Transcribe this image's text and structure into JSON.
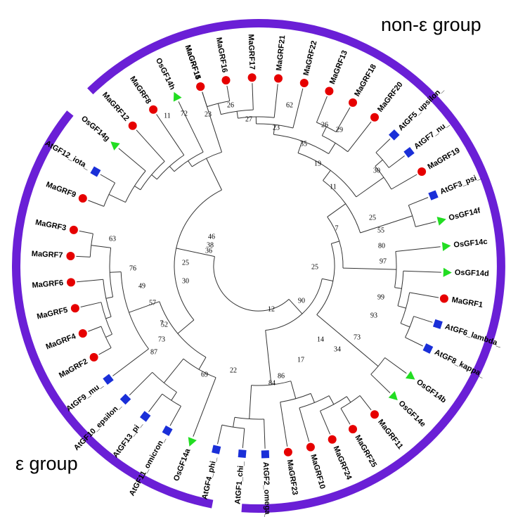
{
  "colors": {
    "ring": "#6a1fd6",
    "MaGRF": "#e60000",
    "AtGF": "#1a2fd8",
    "OsGF": "#22dd22",
    "branch": "#333333"
  },
  "groups": [
    {
      "label": "non-ε group"
    },
    {
      "label": "ε group"
    }
  ],
  "leaves": [
    {
      "label": "MaGRF15",
      "family": "MaGRF"
    },
    {
      "label": "MaGRF16",
      "family": "MaGRF"
    },
    {
      "label": "MaGRF17",
      "family": "MaGRF"
    },
    {
      "label": "MaGRF21",
      "family": "MaGRF"
    },
    {
      "label": "MaGRF22",
      "family": "MaGRF"
    },
    {
      "label": "MaGRF13",
      "family": "MaGRF"
    },
    {
      "label": "MaGRF18",
      "family": "MaGRF"
    },
    {
      "label": "MaGRF20",
      "family": "MaGRF"
    },
    {
      "label": "AtGF5_upsilon_",
      "family": "AtGF"
    },
    {
      "label": "AtGF7_nu_",
      "family": "AtGF"
    },
    {
      "label": "MaGRF19",
      "family": "MaGRF"
    },
    {
      "label": "AtGF3_psi_",
      "family": "AtGF"
    },
    {
      "label": "OsGF14f",
      "family": "OsGF"
    },
    {
      "label": "OsGF14c",
      "family": "OsGF"
    },
    {
      "label": "OsGF14d",
      "family": "OsGF"
    },
    {
      "label": "MaGRF1",
      "family": "MaGRF"
    },
    {
      "label": "AtGF6_lambda_",
      "family": "AtGF"
    },
    {
      "label": "AtGF8_kappa_",
      "family": "AtGF"
    },
    {
      "label": "OsGF14b",
      "family": "OsGF"
    },
    {
      "label": "OsGF14e",
      "family": "OsGF"
    },
    {
      "label": "MaGRF11",
      "family": "MaGRF"
    },
    {
      "label": "MaGRF25",
      "family": "MaGRF"
    },
    {
      "label": "MaGRF24",
      "family": "MaGRF"
    },
    {
      "label": "MaGRF10",
      "family": "MaGRF"
    },
    {
      "label": "MaGRF23",
      "family": "MaGRF"
    },
    {
      "label": "AtGF2_omega_",
      "family": "AtGF"
    },
    {
      "label": "AtGF1_chi_",
      "family": "AtGF"
    },
    {
      "label": "AtGF4_phi_",
      "family": "AtGF"
    },
    {
      "label": "OsGF14a",
      "family": "OsGF"
    },
    {
      "label": "AtGF11_omicron_",
      "family": "AtGF"
    },
    {
      "label": "AtGF13_pi_",
      "family": "AtGF"
    },
    {
      "label": "AtGF10_epsilon_",
      "family": "AtGF"
    },
    {
      "label": "AtGF9_mu_",
      "family": "AtGF"
    },
    {
      "label": "MaGRF2",
      "family": "MaGRF"
    },
    {
      "label": "MaGRF4",
      "family": "MaGRF"
    },
    {
      "label": "MaGRF5",
      "family": "MaGRF"
    },
    {
      "label": "MaGRF6",
      "family": "MaGRF"
    },
    {
      "label": "MaGRF7",
      "family": "MaGRF"
    },
    {
      "label": "MaGRF3",
      "family": "MaGRF"
    },
    {
      "label": "MaGRF9",
      "family": "MaGRF"
    },
    {
      "label": "AtGF12_iota_",
      "family": "AtGF"
    },
    {
      "label": "OsGF14g",
      "family": "OsGF"
    },
    {
      "label": "MaGRF12",
      "family": "MaGRF"
    },
    {
      "label": "MaGRF8",
      "family": "MaGRF"
    },
    {
      "label": "OsGF14h",
      "family": "OsGF"
    },
    {
      "label": "MaGRF14",
      "family": "MaGRF"
    }
  ],
  "bootstraps": [
    "11",
    "72",
    "23",
    "26",
    "27",
    "62",
    "23",
    "26",
    "29",
    "35",
    "19",
    "30",
    "11",
    "25",
    "55",
    "80",
    "97",
    "7",
    "25",
    "99",
    "93",
    "73",
    "34",
    "14",
    "17",
    "86",
    "84",
    "90",
    "12",
    "22",
    "69",
    "7",
    "30",
    "52",
    "57",
    "49",
    "76",
    "73",
    "87",
    "63",
    "25",
    "46",
    "38",
    "36"
  ]
}
